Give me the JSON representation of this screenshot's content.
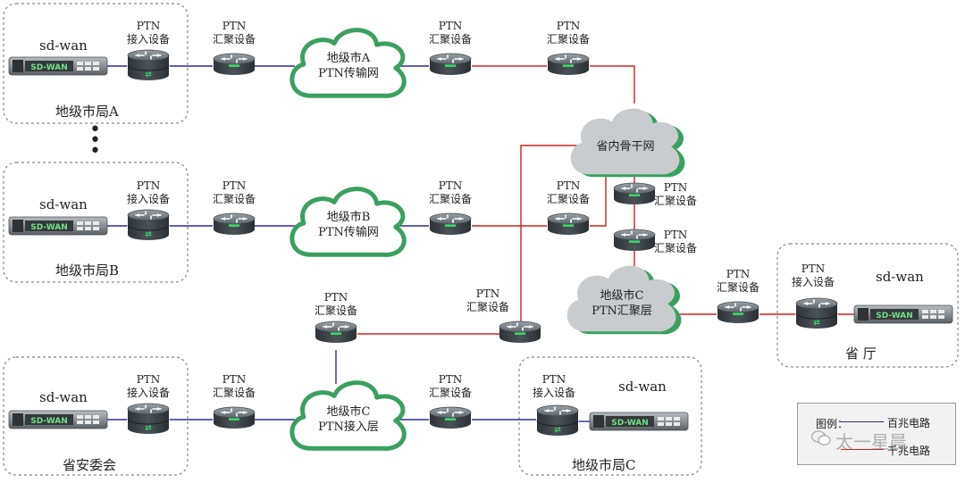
{
  "labels": {
    "sdwan": "sd-wan",
    "ptn": "PTN",
    "access": "接入设备",
    "aggr": "汇聚设备",
    "sdwan_badge": "SD-WAN",
    "dots": "⋮"
  },
  "regions": {
    "a": "地级市局A",
    "b": "地级市局B",
    "anwei": "省安委会",
    "c": "地级市局C",
    "sheng": "省 厅"
  },
  "clouds": {
    "a": [
      "地级市A",
      "PTN传输网"
    ],
    "b": [
      "地级市B",
      "PTN传输网"
    ],
    "c_access": [
      "地级市C",
      "PTN接入层"
    ],
    "c_aggr": [
      "地级市C",
      "PTN汇聚层"
    ],
    "backbone": [
      "省内骨干网"
    ]
  },
  "legend": {
    "title": "图例：",
    "items": [
      {
        "label": "百兆电路",
        "color": "#2a2a9a"
      },
      {
        "label": "千兆电路",
        "color": "#d42020"
      }
    ]
  },
  "watermark": "太一星晨",
  "colors": {
    "blue_line": "#2a2a9a",
    "red_line": "#d42020",
    "cloud_green": "#3aa060",
    "cloud_gray": "#c8ccce",
    "cloud_gray_edge": "#3aa060",
    "box_border": "#888888"
  }
}
